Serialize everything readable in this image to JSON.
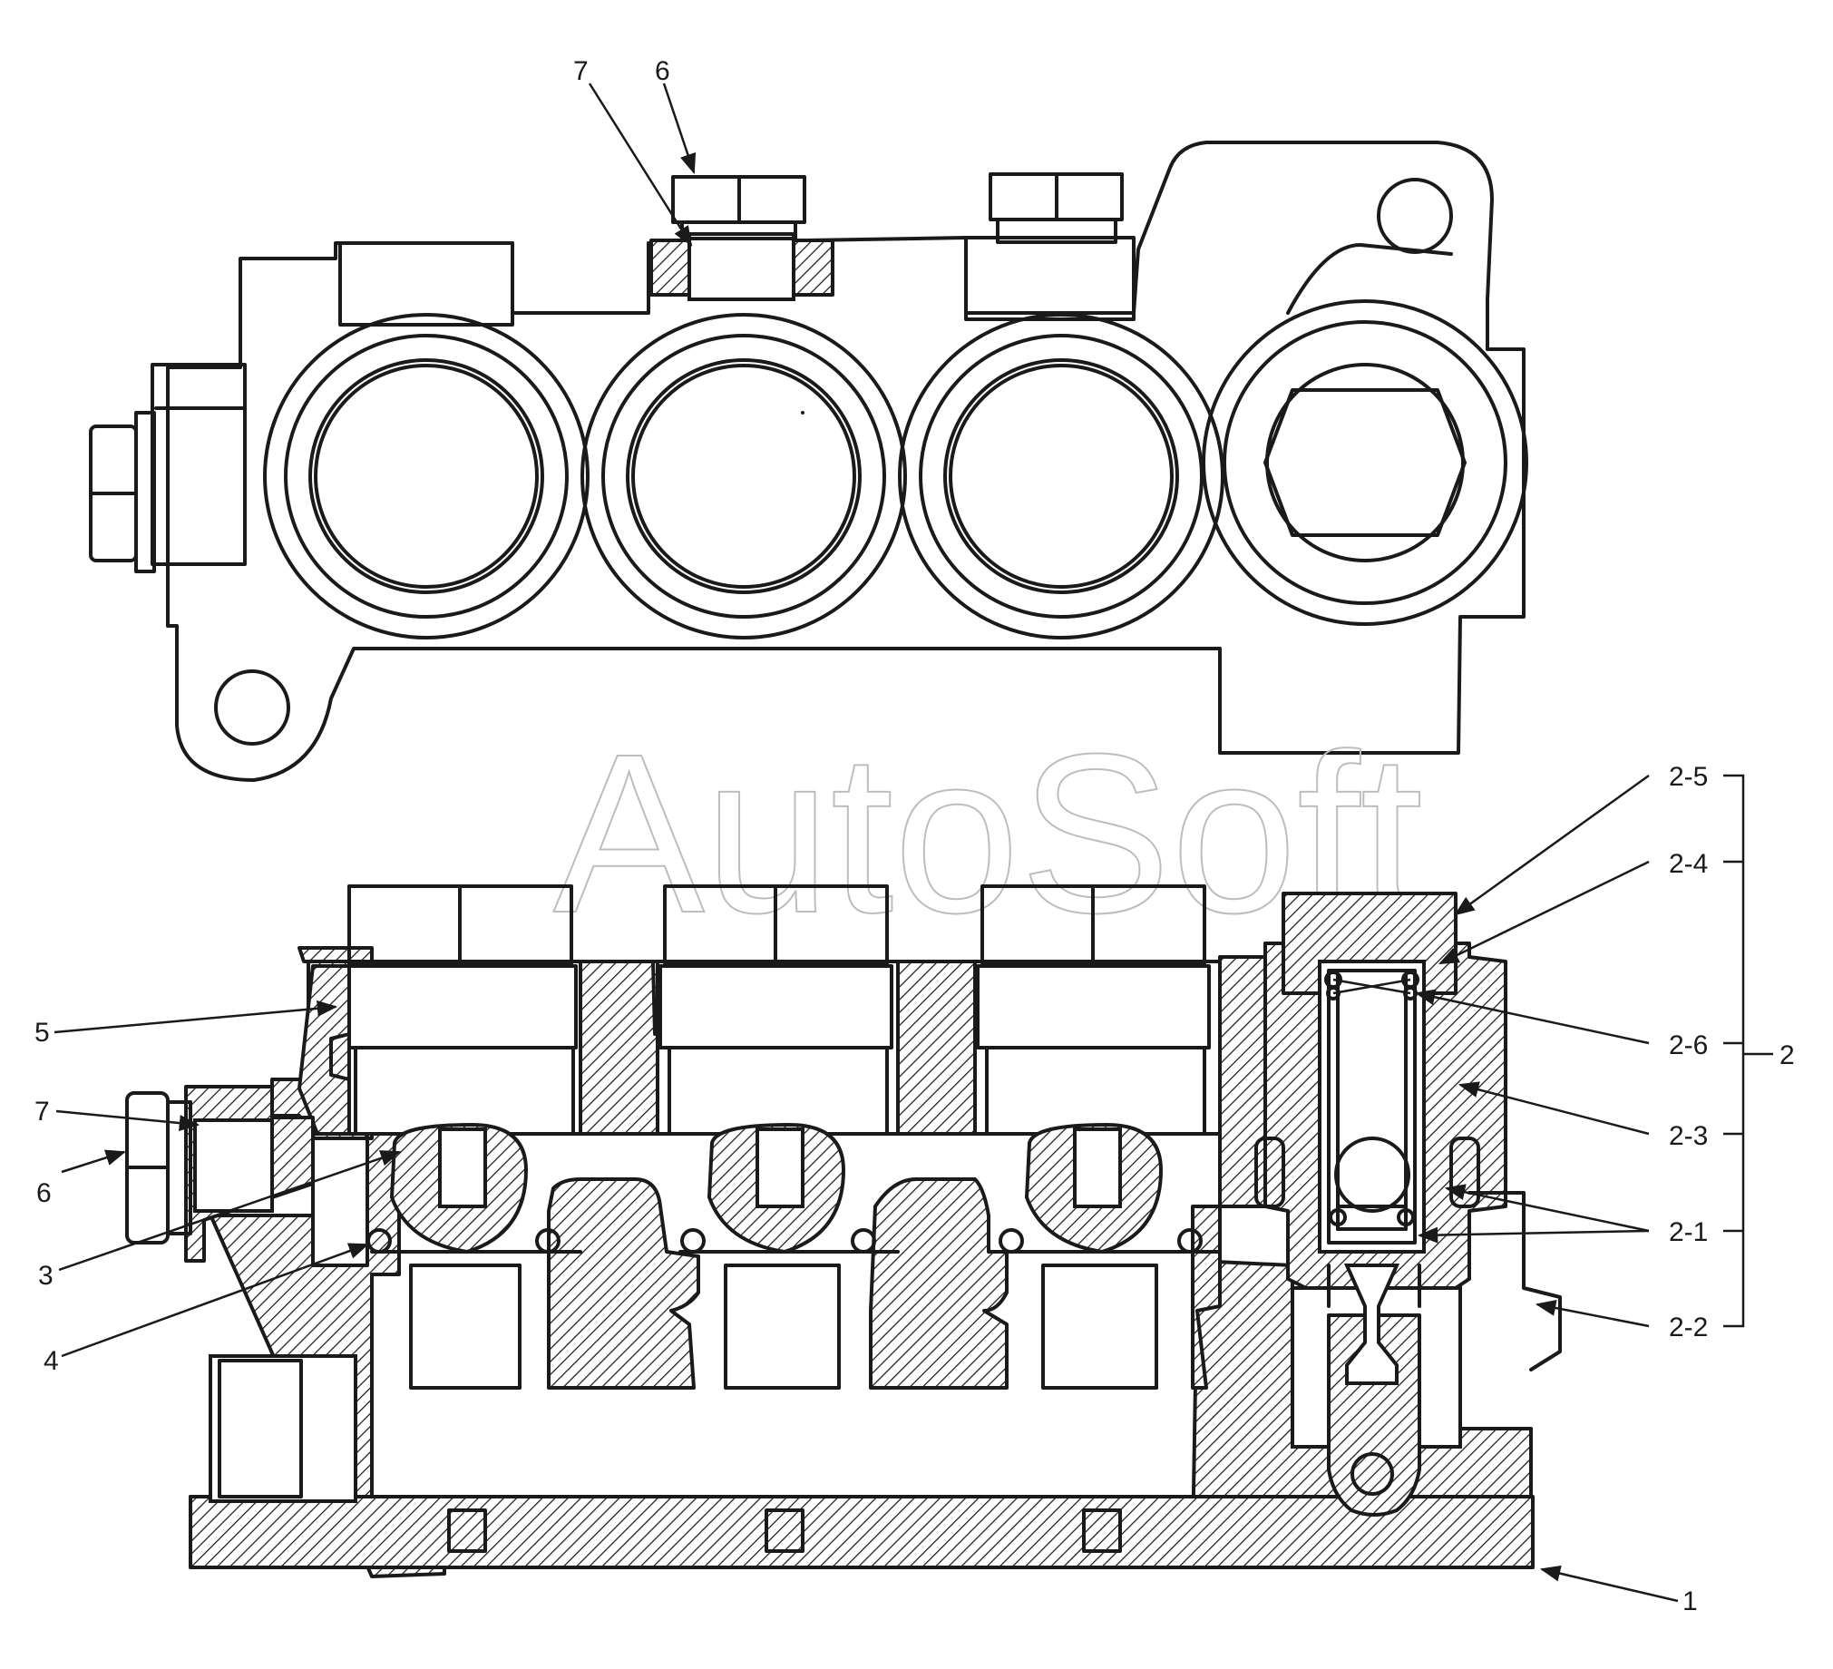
{
  "watermark": "AutoSoft",
  "callouts": {
    "top_7": "7",
    "top_6": "6",
    "left_5": "5",
    "left_7": "7",
    "left_6": "6",
    "left_3": "3",
    "left_4": "4",
    "r_2_5": "2-5",
    "r_2_4": "2-4",
    "r_2_6": "2-6",
    "r_2_3": "2-3",
    "r_2_1": "2-1",
    "r_2_2": "2-2",
    "r_1": "1",
    "r_2": "2"
  }
}
